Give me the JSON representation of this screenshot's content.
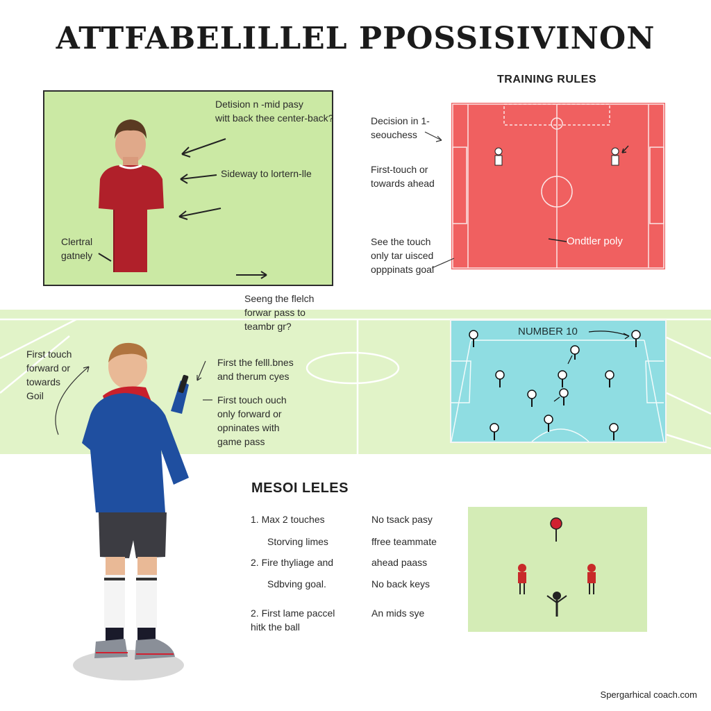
{
  "title": "ATTFABELILLEL PPOSSISIVINON",
  "training_rules_heading": "TRAINING RULES",
  "green_panel": {
    "decision_text": "Detision n -mid pasy\nwitt back thee center-back?",
    "sideway_text": "Sideway to lortern-lle",
    "central_text": "Clertral\ngatnely"
  },
  "red_panel": {
    "decision_text": "Decision in 1-\nseouchess",
    "first_touch_text": "First-touch or\ntowards ahead",
    "see_touch_text": "See the touch\nonly tar uisced\nopppinats goal",
    "pitch_label": "Ondtler poly"
  },
  "band": {
    "seeing_text": "Seeng the flelch\nforwar pass to\nteambr gr?",
    "first_touch_goal_text": "First touch\nforward or\ntowards\nGoil",
    "first_fell_text": "First the felll.bnes\nand therum cyes",
    "first_touch_ouch_text": "First touch ouch\nonly forward or\nopninates with\ngame pass"
  },
  "teal_panel": {
    "label": "NUMBER 10"
  },
  "rules": {
    "heading": "MESOI LELES",
    "left_items": [
      "1.   Max 2 touches",
      "Storving limes",
      "2.  Fire thyliage and",
      "Sdbving goal.",
      "2.   First lame paccel\n      hitk the ball"
    ],
    "right_items": [
      "No tsack pasy",
      "ffree teammate",
      "ahead paass",
      "No back keys",
      "An mids sye"
    ]
  },
  "credit": "Spergarhical coach.com",
  "colors": {
    "green_panel": "#cbe9a4",
    "red_pitch": "#f06060",
    "teal_pitch": "#8fdde2",
    "band": "#e1f3c8",
    "shirt_red": "#b0202a",
    "jacket_blue": "#1f4fa0"
  }
}
